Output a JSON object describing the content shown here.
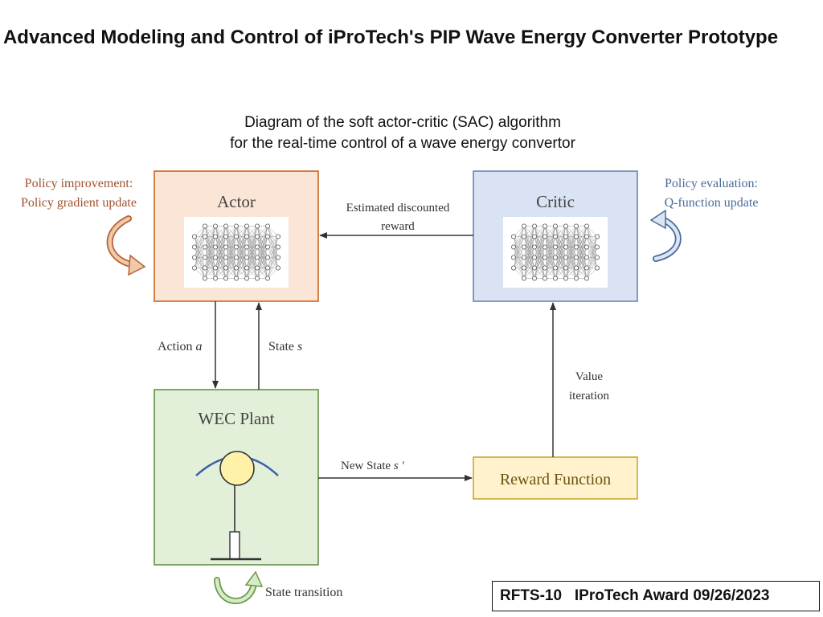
{
  "title": "Advanced Modeling and Control of iProTech's PIP Wave Energy Converter Prototype",
  "subtitle": {
    "line1": "Diagram of the soft actor-critic (SAC) algorithm",
    "line2": "for the real-time control of a wave energy convertor"
  },
  "diagram": {
    "actor": {
      "label": "Actor",
      "fill": "#fbe5d6",
      "stroke": "#c55a11"
    },
    "critic": {
      "label": "Critic",
      "fill": "#dae3f3",
      "stroke": "#5b7fb4"
    },
    "plant": {
      "label": "WEC Plant",
      "fill": "#e2efd9",
      "stroke": "#5a8a3a"
    },
    "reward": {
      "label": "Reward Function",
      "fill": "#fff2cc",
      "stroke": "#c9a227"
    },
    "policy_improvement": {
      "line1": "Policy improvement:",
      "line2": "Policy gradient update",
      "color": "#a0522d"
    },
    "policy_evaluation": {
      "line1": "Policy evaluation:",
      "line2": "Q-function update",
      "color": "#4a6b9a"
    },
    "estimated_reward": {
      "line1": "Estimated discounted",
      "line2": "reward"
    },
    "action": {
      "text": "Action ",
      "var": "a"
    },
    "state": {
      "text": "State ",
      "var": "s"
    },
    "value_iteration": {
      "line1": "Value",
      "line2": "iteration"
    },
    "new_state": {
      "text": "New State ",
      "var": "s '"
    },
    "state_transition": "State transition"
  },
  "footer": "RFTS-10   IProTech Award 09/26/2023"
}
